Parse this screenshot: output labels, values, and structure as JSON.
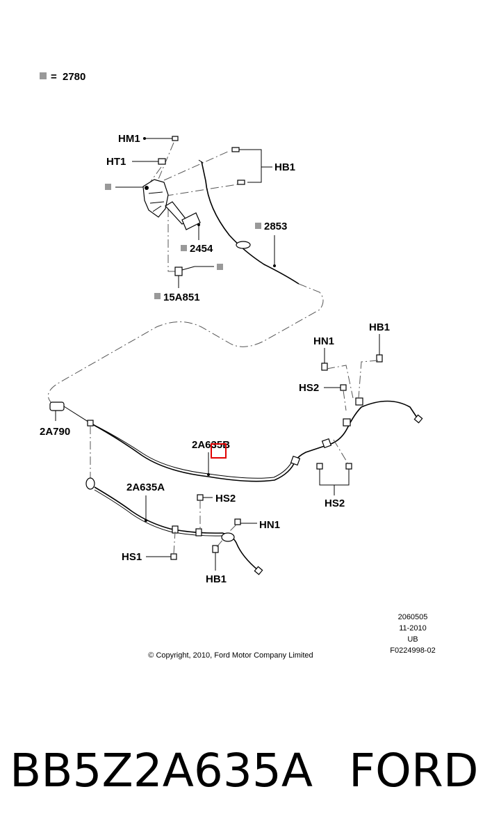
{
  "legend": {
    "equals": "=",
    "value": "2780"
  },
  "labels": {
    "hm1": "HM1",
    "ht1": "HT1",
    "hb1_top": "HB1",
    "p2853": "2853",
    "p2454": "2454",
    "p15a851": "15A851",
    "hn1_right": "HN1",
    "hb1_right": "HB1",
    "hs2_right": "HS2",
    "p2a790": "2A790",
    "p2a635b": "2A635B",
    "hs2_bottom": "HS2",
    "p2a635a": "2A635A",
    "hs2_mid": "HS2",
    "hn1_bottom": "HN1",
    "hs1": "HS1",
    "hb1_bottom": "HB1"
  },
  "meta": {
    "code1": "2060505",
    "date": "11-2010",
    "region": "UB",
    "figure": "F0224998-02"
  },
  "copyright": "© Copyright, 2010, Ford Motor Company Limited",
  "part_number": "BB5Z2A635A",
  "brand": "FORD",
  "colors": {
    "highlight": "#e00000",
    "ink": "#000000",
    "legend_box": "#999999"
  }
}
